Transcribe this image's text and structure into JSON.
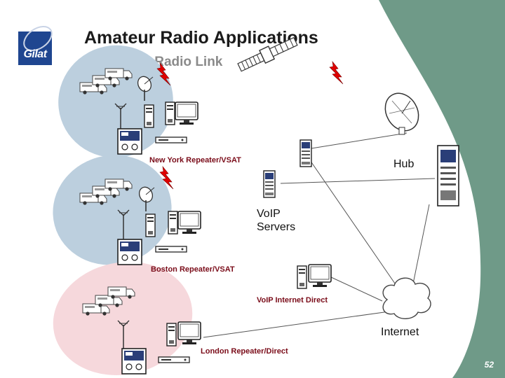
{
  "slide": {
    "title": "Amateur Radio Applications",
    "subtitle": "Internet-to-Radio Link",
    "logo_text": "Gilat",
    "page_number": "52"
  },
  "labels": {
    "new_york": "New York Repeater/VSAT",
    "boston": "Boston Repeater/VSAT",
    "london": "London Repeater/Direct",
    "hub": "Hub",
    "voip_servers_line1": "VoIP",
    "voip_servers_line2": "Servers",
    "voip_direct": "VoIP Internet Direct",
    "internet": "Internet"
  },
  "colors": {
    "corner": "#6f9a88",
    "blue_zone": "#bccfde",
    "pink_zone": "#f6d8dc",
    "label_red": "#7a0c19",
    "logo": "#1f4690",
    "lightning": "#e00000"
  }
}
